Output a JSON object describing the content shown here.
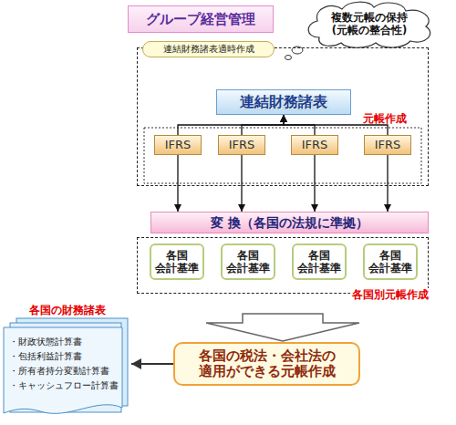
{
  "diagram": {
    "nodes": [
      {
        "text": [
          "グループ経営管理"
        ]
      },
      {
        "text": [
          "複数元帳の保持 (元帳の整合性)"
        ]
      },
      {
        "text": [
          "元帳作成"
        ]
      },
      {
        "text": [
          "連結財務諸表適時作成"
        ],
        "in": 2
      },
      {
        "text": [
          "連結財務諸表"
        ],
        "in": 2
      },
      {
        "text": [
          "IFRS"
        ],
        "in": 2
      },
      {
        "text": [
          "IFRS"
        ],
        "in": 2
      },
      {
        "text": [
          "IFRS"
        ],
        "in": 2
      },
      {
        "text": [
          "IFRS"
        ],
        "in": 2
      },
      {
        "text": [
          "変 換（各国の法規に準拠）"
        ]
      },
      {
        "text": [
          "各国別元帳作成"
        ]
      },
      {
        "text": [
          "各国 会計基準"
        ],
        "in": 10
      },
      {
        "text": [
          "各国 会計基準"
        ],
        "in": 10
      },
      {
        "text": [
          "各国 会計基準"
        ],
        "in": 10
      },
      {
        "text": [
          "各国 会計基準"
        ],
        "in": 10
      },
      {
        "text": [
          "各国の税法・会社法の 適用ができる元帳作成"
        ]
      },
      {
        "text": [
          "各国の財務諸表",
          "・財政状態計算書",
          "・包括利益計算書",
          "・所有者持分変動計算書",
          "・キャッシュフロー計算書"
        ]
      }
    ],
    "edges": [
      {
        "from": 5,
        "to": 4,
        "arrow": "to"
      },
      {
        "from": 6,
        "to": 4,
        "arrow": "to"
      },
      {
        "from": 7,
        "to": 4,
        "arrow": "to"
      },
      {
        "from": 8,
        "to": 4,
        "arrow": "to"
      },
      {
        "from": 5,
        "to": 9,
        "arrow": "to"
      },
      {
        "from": 6,
        "to": 9,
        "arrow": "to"
      },
      {
        "from": 7,
        "to": 9,
        "arrow": "to"
      },
      {
        "from": 8,
        "to": 9,
        "arrow": "to"
      },
      {
        "from": 10,
        "to": 15,
        "arrow": "to"
      },
      {
        "from": 15,
        "to": 16,
        "arrow": "to"
      }
    ]
  }
}
